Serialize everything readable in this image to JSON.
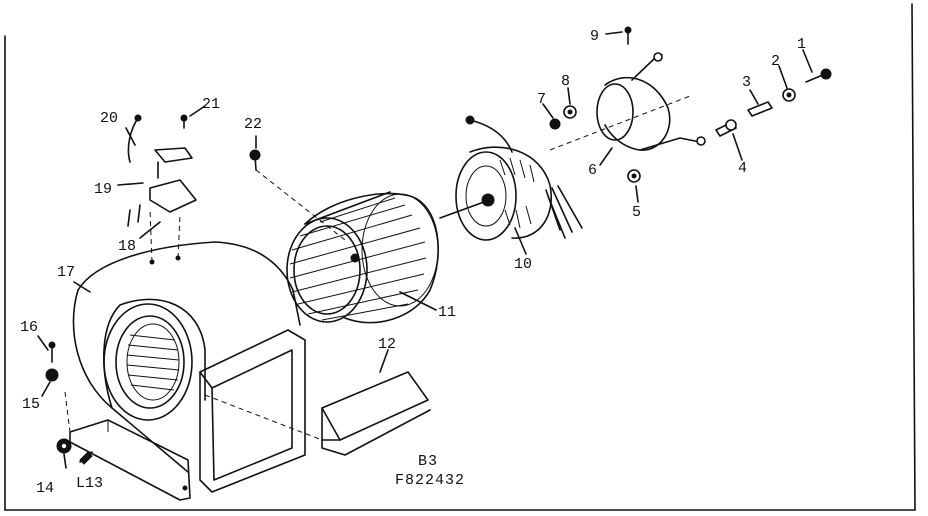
{
  "parts": [
    {
      "id": "part-1",
      "label": "1"
    },
    {
      "id": "part-2",
      "label": "2"
    },
    {
      "id": "part-3",
      "label": "3"
    },
    {
      "id": "part-4",
      "label": "4"
    },
    {
      "id": "part-5",
      "label": "5"
    },
    {
      "id": "part-6",
      "label": "6"
    },
    {
      "id": "part-7",
      "label": "7"
    },
    {
      "id": "part-8",
      "label": "8"
    },
    {
      "id": "part-9",
      "label": "9"
    },
    {
      "id": "part-10",
      "label": "10"
    },
    {
      "id": "part-11",
      "label": "11"
    },
    {
      "id": "part-12",
      "label": "12"
    },
    {
      "id": "part-13",
      "label": "L13"
    },
    {
      "id": "part-14",
      "label": "14"
    },
    {
      "id": "part-15",
      "label": "15"
    },
    {
      "id": "part-16",
      "label": "16"
    },
    {
      "id": "part-17",
      "label": "17"
    },
    {
      "id": "part-18",
      "label": "18"
    },
    {
      "id": "part-19",
      "label": "19"
    },
    {
      "id": "part-20",
      "label": "20"
    },
    {
      "id": "part-21",
      "label": "21"
    },
    {
      "id": "part-22",
      "label": "22"
    }
  ],
  "caption": {
    "group": "B3",
    "drawing_number": "F822432"
  }
}
